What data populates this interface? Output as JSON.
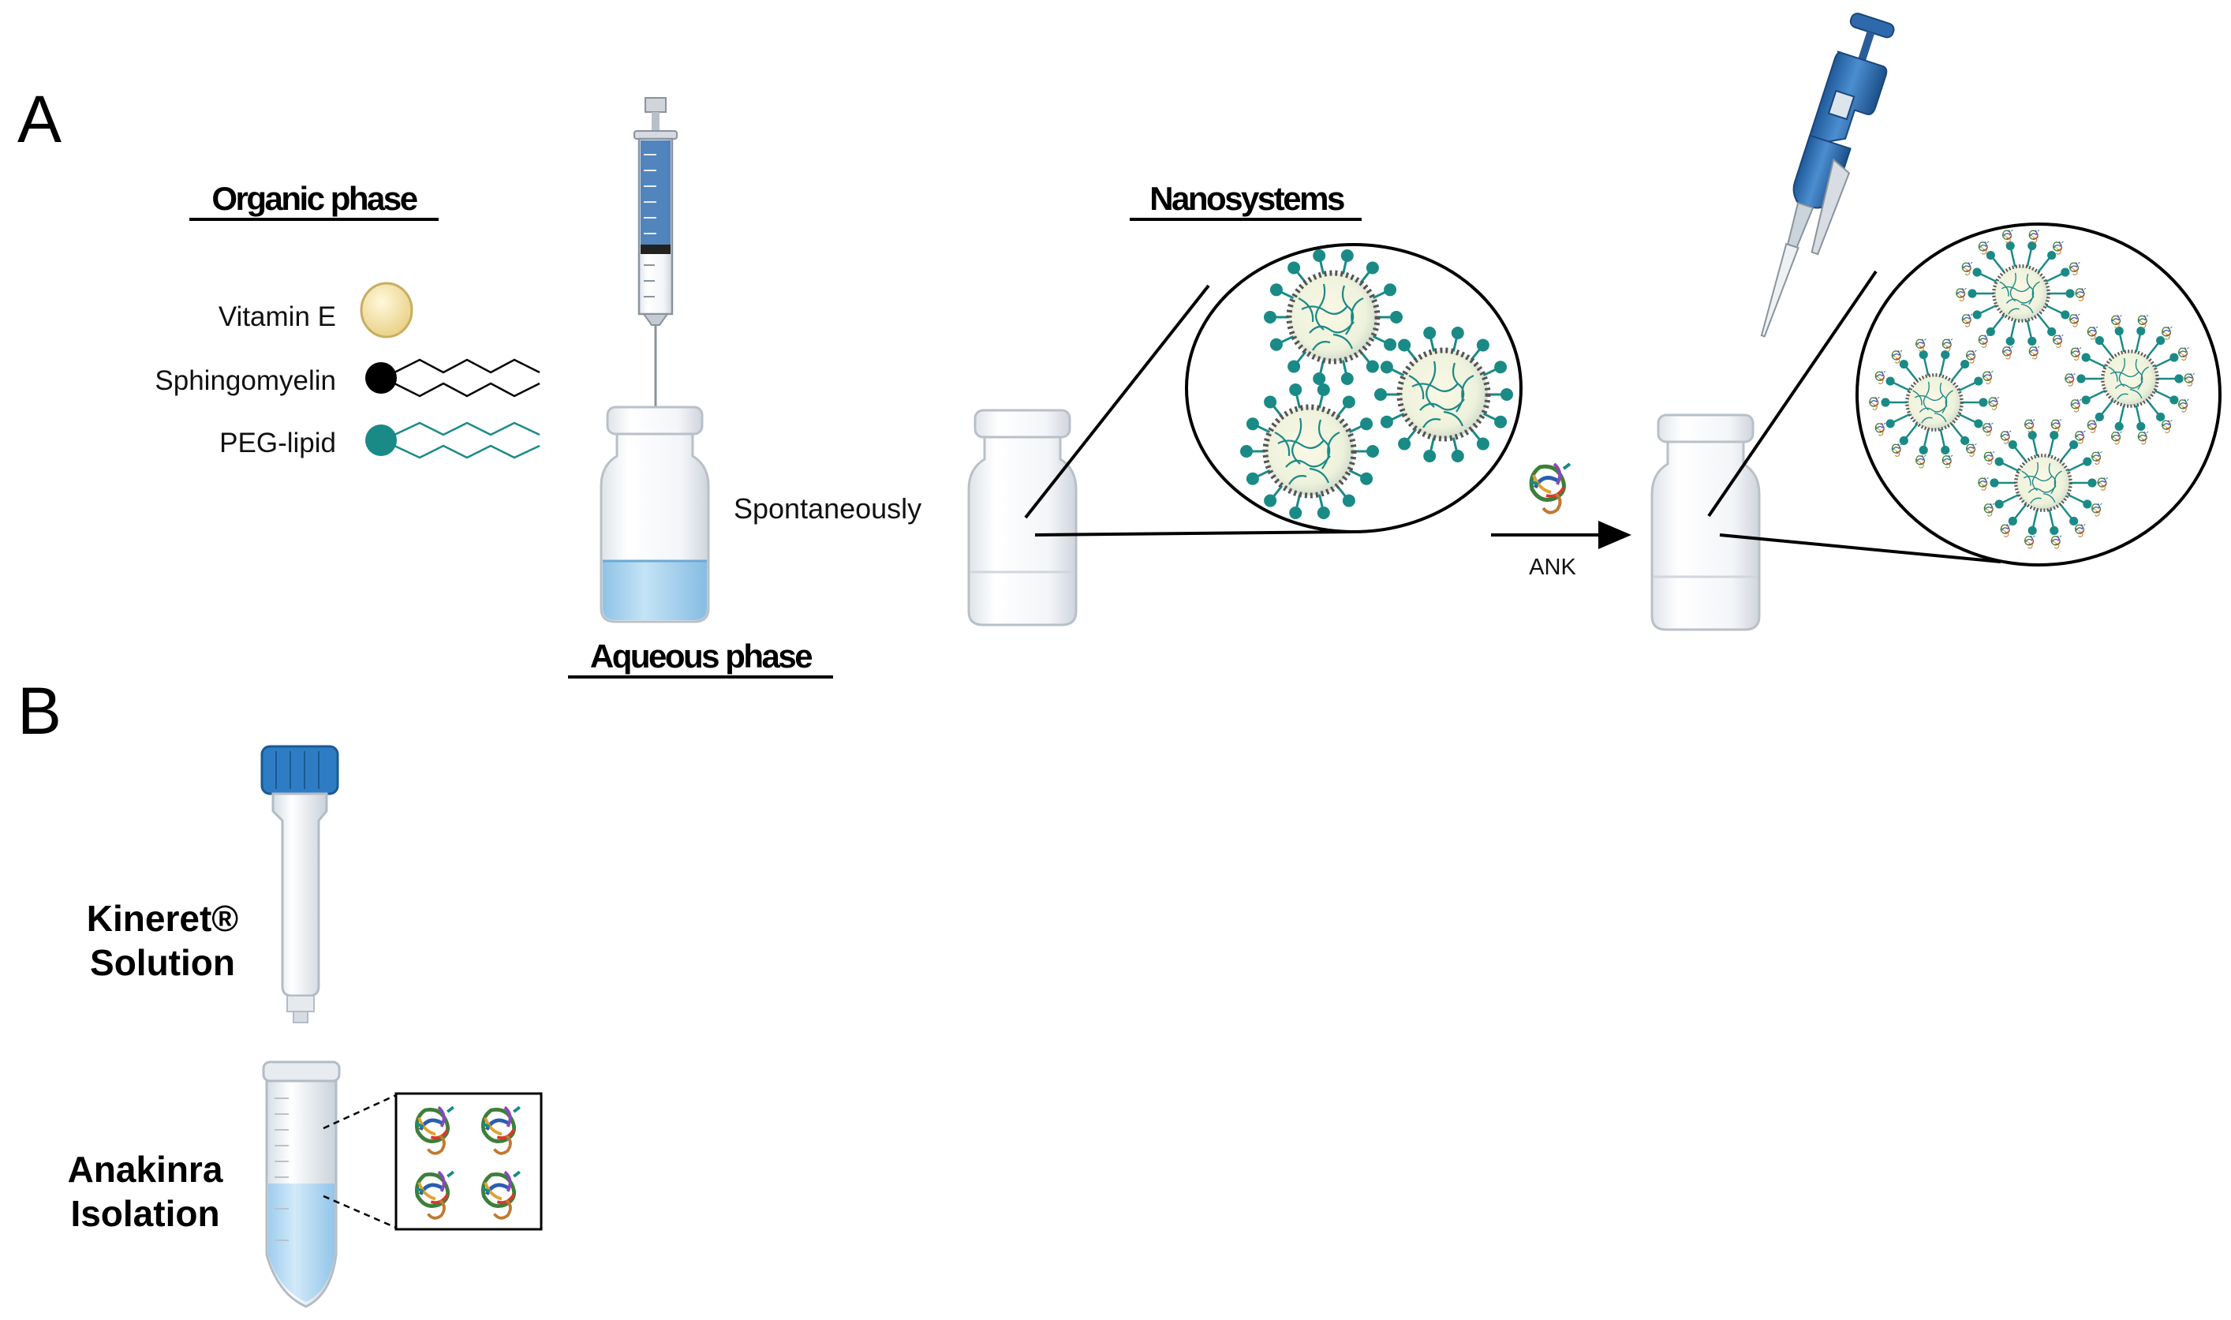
{
  "panels": {
    "a": {
      "letter": "A",
      "organic_heading": "Organic phase",
      "legend": [
        {
          "label": "Vitamin E",
          "icon": "vitamin-e-icon"
        },
        {
          "label": "Sphingomyelin",
          "icon": "sphingomyelin-icon"
        },
        {
          "label": "PEG-lipid",
          "icon": "peg-lipid-icon"
        }
      ],
      "aqueous_heading": "Aqueous phase",
      "process_label": "Spontaneously",
      "nanosystems_heading": "Nanosystems",
      "arrow_label": "ANK"
    },
    "b": {
      "letter": "B",
      "filter_label": [
        "Kineret®",
        "Solution"
      ],
      "tube_label": [
        "Anakinra",
        "Isolation"
      ]
    }
  },
  "colors": {
    "teal": "#1a8a86",
    "vitamin_e": "#f2dfa4",
    "aqueous_blue": "#a9d3ee",
    "pipette_blue": "#2f6fb3",
    "cap_blue": "#2e7dc4"
  }
}
